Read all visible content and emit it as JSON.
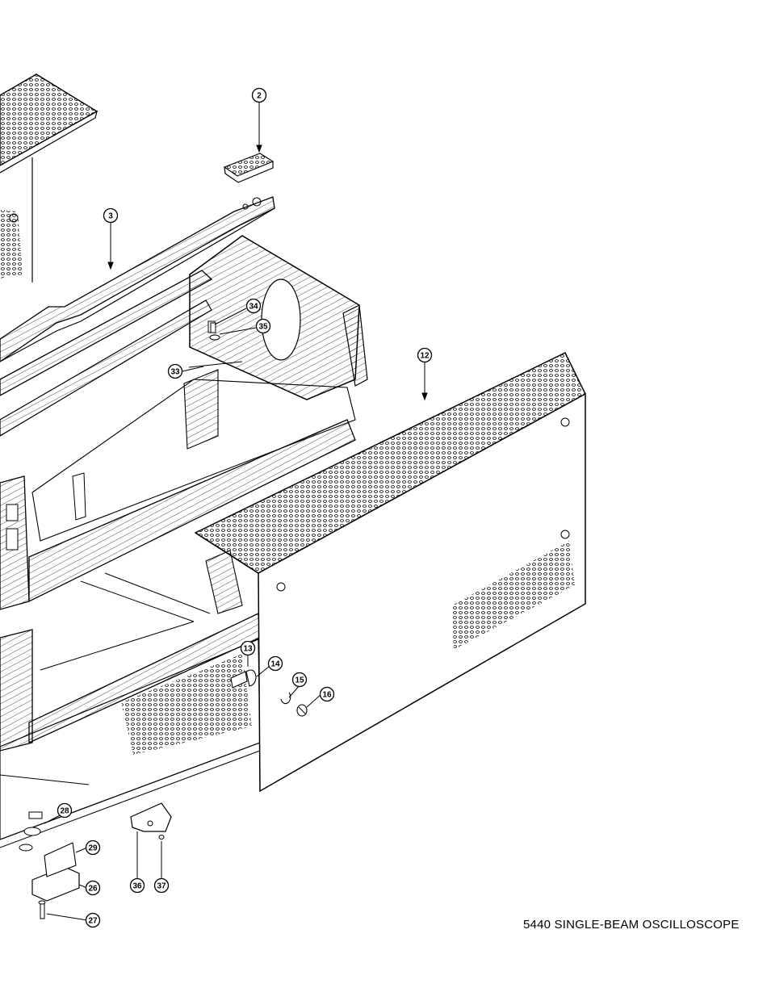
{
  "caption": "5440 SINGLE-BEAM OSCILLOSCOPE",
  "callouts": [
    "2",
    "3",
    "12",
    "13",
    "14",
    "15",
    "16",
    "26",
    "27",
    "28",
    "29",
    "33",
    "34",
    "35",
    "36",
    "37"
  ],
  "colors": {
    "ink": "#000000",
    "paper": "#ffffff"
  }
}
